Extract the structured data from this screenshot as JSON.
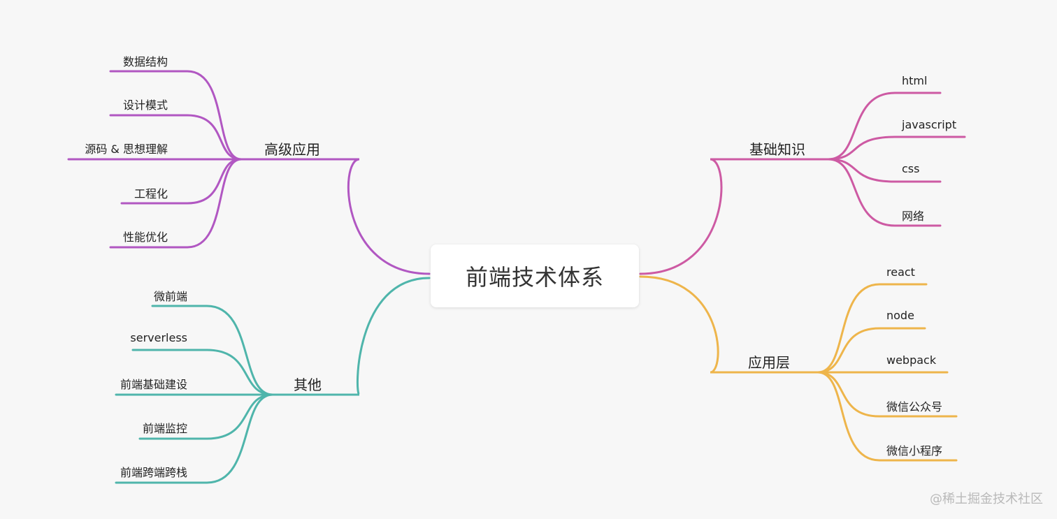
{
  "root": {
    "label": "前端技术体系"
  },
  "branches": [
    {
      "id": "advanced",
      "label": "高级应用",
      "color": "#b157c2",
      "side": "left",
      "children": [
        "数据结构",
        "设计模式",
        "源码 & 思想理解",
        "工程化",
        "性能优化"
      ]
    },
    {
      "id": "other",
      "label": "其他",
      "color": "#4fb5ab",
      "side": "left",
      "children": [
        "微前端",
        "serverless",
        "前端基础建设",
        "前端监控",
        "前端跨端跨栈"
      ]
    },
    {
      "id": "basics",
      "label": "基础知识",
      "color": "#cd5aa3",
      "side": "right",
      "children": [
        "html",
        "javascript",
        "css",
        "网络"
      ]
    },
    {
      "id": "application",
      "label": "应用层",
      "color": "#eeb54b",
      "side": "right",
      "children": [
        "react",
        "node",
        "webpack",
        "微信公众号",
        "微信小程序"
      ]
    }
  ],
  "watermark": "@稀土掘金技术社区"
}
